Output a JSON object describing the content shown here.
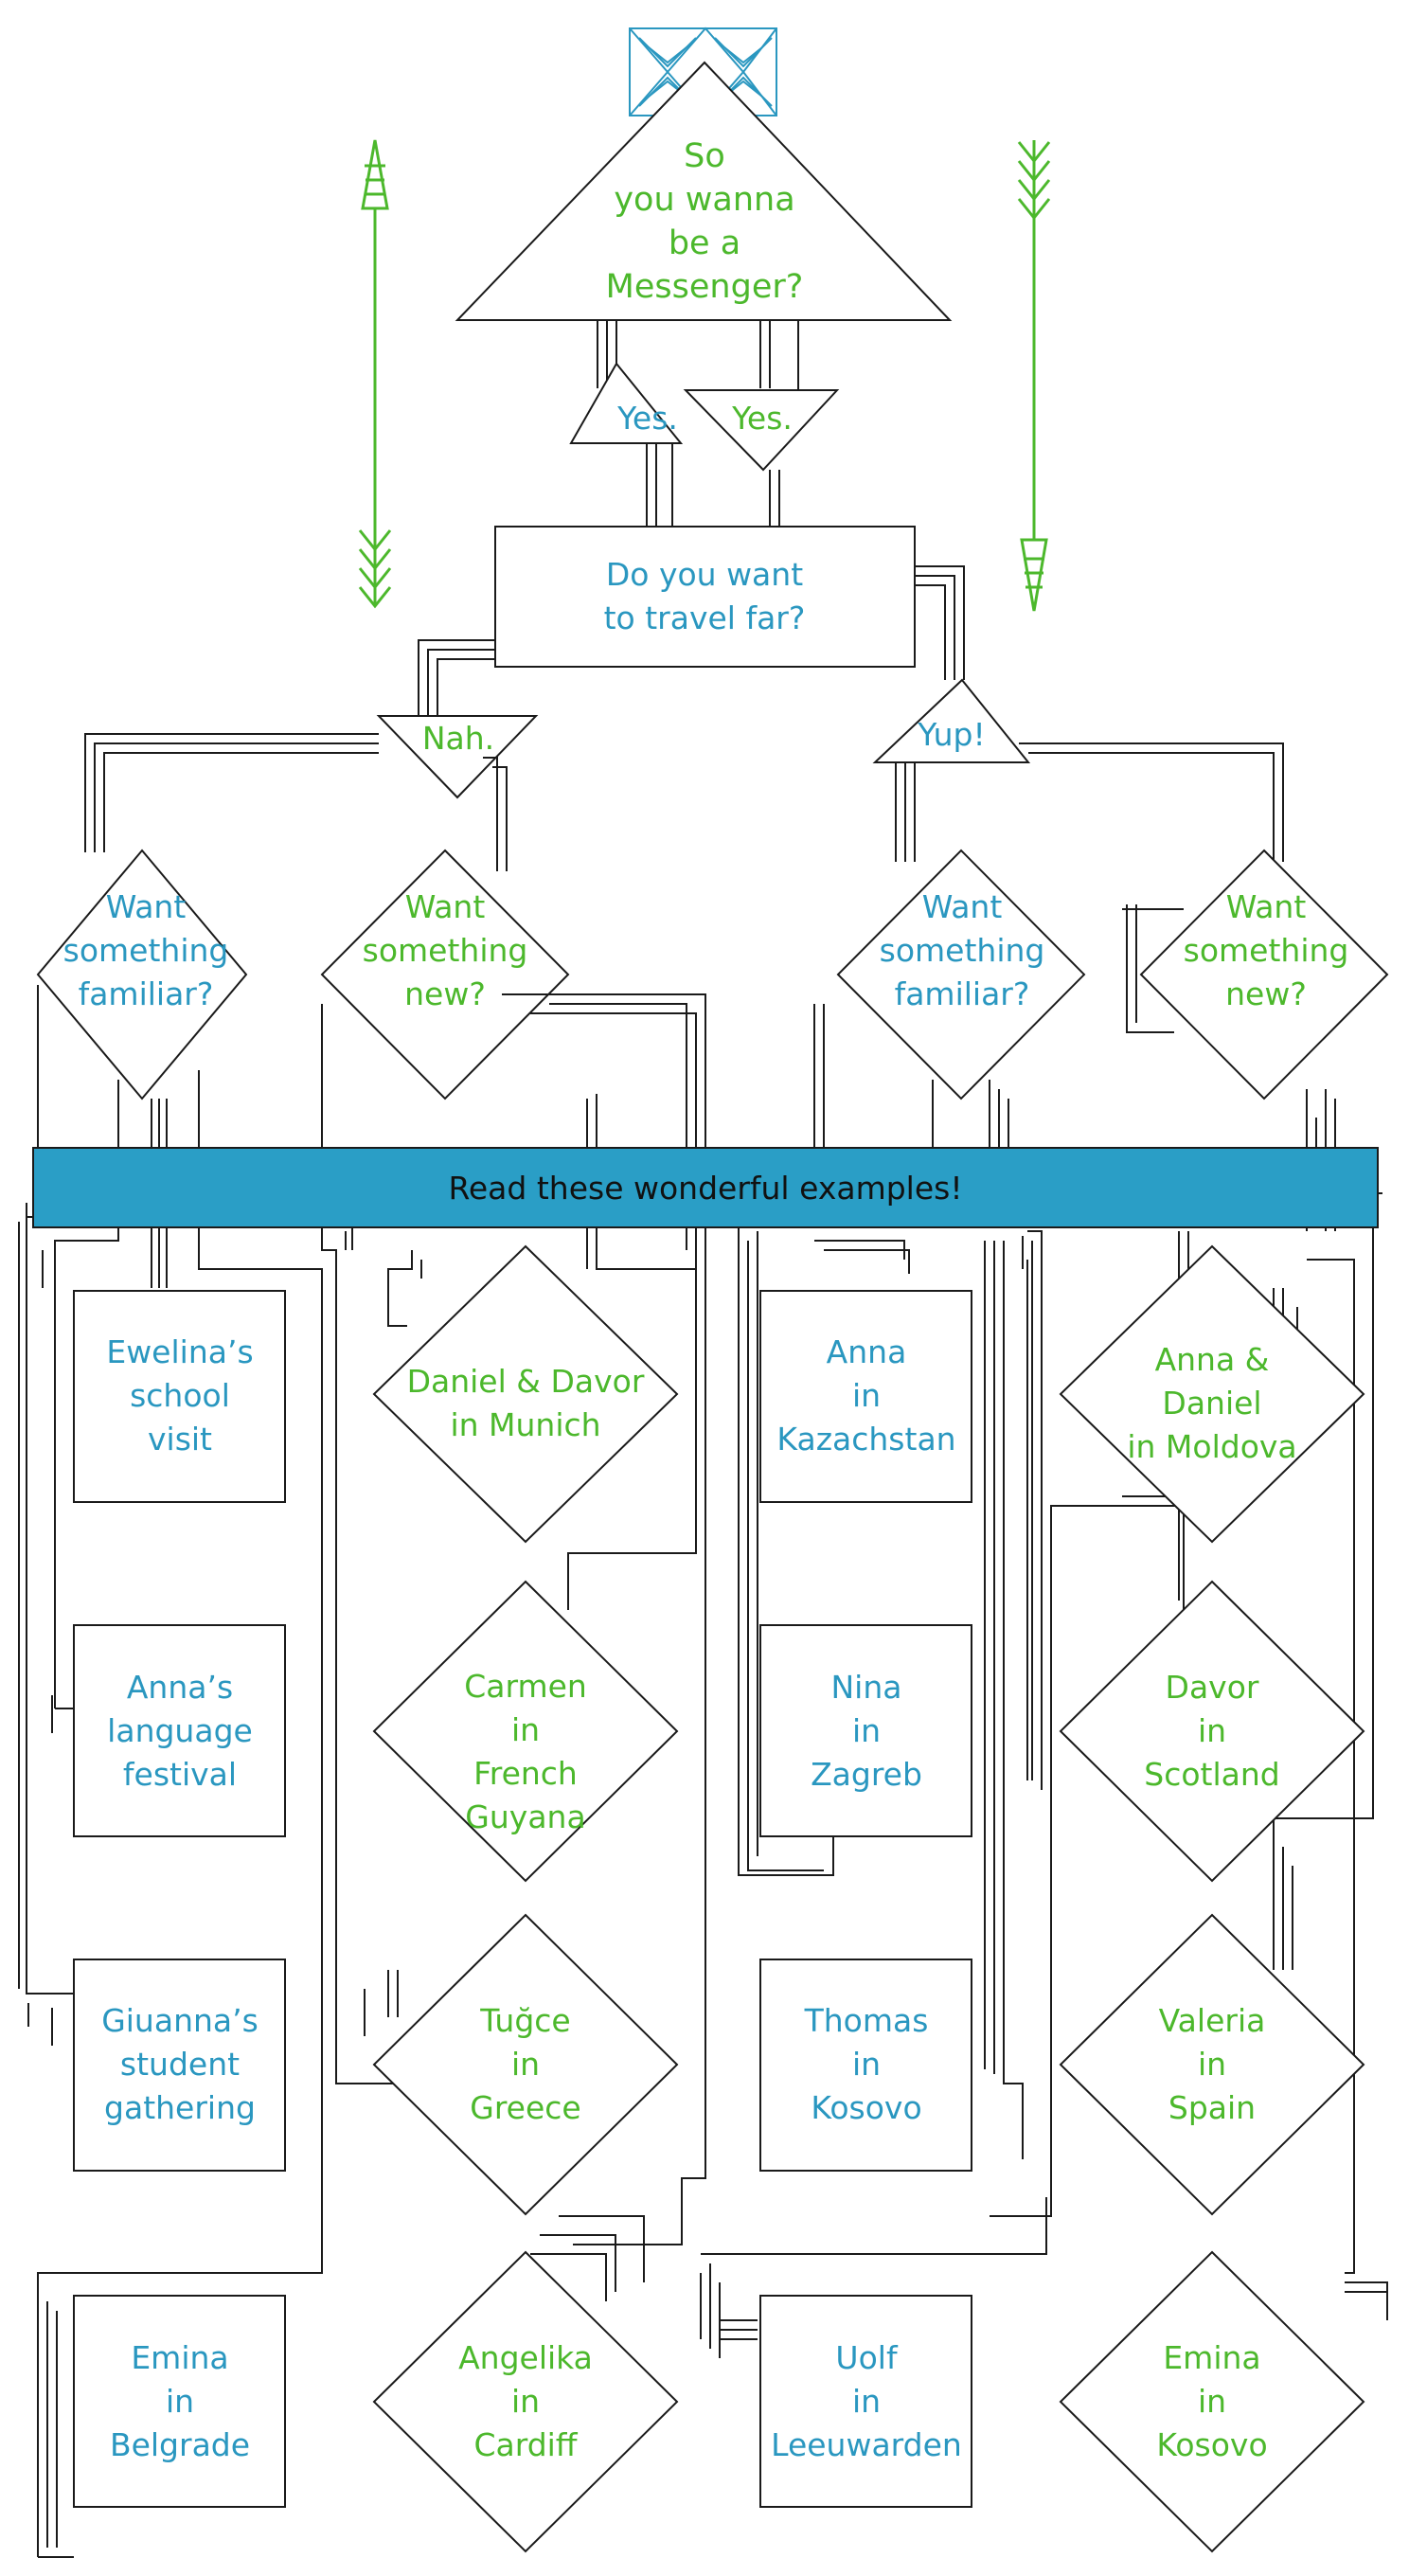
{
  "colors": {
    "blue": "#2a97c0",
    "green": "#4cb82c",
    "banner": "#2a9ec6",
    "line": "#1a1a1a"
  },
  "header": {
    "question": "So\nyou wanna\nbe a\nMessenger?",
    "yes_left": "Yes.",
    "yes_right": "Yes.",
    "icon": "triangle-pattern-icon"
  },
  "travel": {
    "question": "Do you want\nto travel far?",
    "nah": "Nah.",
    "yup": "Yup!"
  },
  "branches": [
    {
      "label": "Want\nsomething\nfamiliar?"
    },
    {
      "label": "Want\nsomething\nnew?"
    },
    {
      "label": "Want\nsomething\nfamiliar?"
    },
    {
      "label": "Want\nsomething\nnew?"
    }
  ],
  "banner": {
    "text": "Read these wonderful examples!"
  },
  "examples": {
    "col1": [
      {
        "label": "Ewelina’s\nschool\nvisit"
      },
      {
        "label": "Anna’s\nlanguage\nfestival"
      },
      {
        "label": "Giuanna’s\nstudent\ngathering"
      },
      {
        "label": "Emina\nin\nBelgrade"
      }
    ],
    "col2": [
      {
        "label": "Daniel & Davor\nin Munich"
      },
      {
        "label": "Carmen\nin\nFrench\nGuyana"
      },
      {
        "label": "Tuğce\nin\nGreece"
      },
      {
        "label": "Angelika\nin\nCardiff"
      }
    ],
    "col3": [
      {
        "label": "Anna\nin\nKazachstan"
      },
      {
        "label": "Nina\nin\nZagreb"
      },
      {
        "label": "Thomas\nin\nKosovo"
      },
      {
        "label": "Uolf\nin\nLeeuwarden"
      }
    ],
    "col4": [
      {
        "label": "Anna & Daniel\nin Moldova"
      },
      {
        "label": "Davor\nin\nScotland"
      },
      {
        "label": "Valeria\nin\nSpain"
      },
      {
        "label": "Emina\nin\nKosovo"
      }
    ]
  },
  "decor": {
    "left_arrow": "arrow-up-icon",
    "right_arrow": "arrow-down-icon"
  }
}
